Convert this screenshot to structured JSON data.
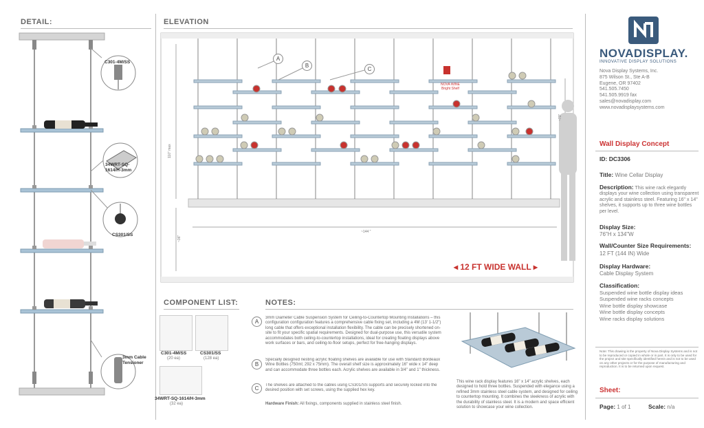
{
  "headers": {
    "detail": "DETAIL:",
    "elevation": "ELEVATION",
    "components": "COMPONENT LIST:",
    "notes": "NOTES:"
  },
  "detail_labels": {
    "top_fitting": "C301-4M/SS",
    "shelf_support": "34WRT-SQ-1614/H-3mm",
    "standoff": "CS301/SS",
    "tensioner": "3mm Cable Tensioner"
  },
  "elevation": {
    "callouts": [
      "A",
      "B",
      "C"
    ],
    "height_max": "110\" max",
    "counter_height": "~36\"",
    "width": "~144 \"",
    "figure_height": "~70\"",
    "wall_banner": "12 FT WIDE WALL",
    "sign_text": "NOVA WINE Bright Shelf"
  },
  "components": [
    {
      "name": "C301-4M/SS",
      "qty": "(20 ea)"
    },
    {
      "name": "CS301/SS",
      "qty": "(128 ea)"
    },
    {
      "name": "34WRT-SQ-1614/H-3mm",
      "qty": "(32 ea)"
    }
  ],
  "notes": [
    {
      "letter": "A",
      "text": "3mm Diameter Cable Suspension System for Ceiling-to-Countertop Mounting Installations – this configuration configuration features a comprehensive cable fixing set, including a 4M (13' 1-1/2\") long cable that offers exceptional installation flexibility. The cable can be precisely shortened on-site to fit your specific spatial requirements. Designed for dual-purpose use, this versatile system accommodates both ceiling-to-countertop installations, ideal for creating floating displays above work surfaces or bars, and ceiling-to-floor setups, perfect for free-hanging displays."
    },
    {
      "letter": "B",
      "text": "Specially designed nesting acrylic floating shelves are available for use with Standard Bordeaux Wine Bottles (750ml; 292 x 75mm). The overall shelf size is approximately 16\" wide x 14\" deep and can accommodate three bottles each. Acrylic shelves are available in 3/4\" and 1\" thickness."
    },
    {
      "letter": "C",
      "text": "The shelves are attached to the cables using CS301/SS supports and securely locked into the desired position with set screws, using the supplied hex key."
    }
  ],
  "hardware_finish_label": "Hardware Finish:",
  "hardware_finish_text": "All fixings, components supplied in stainless steel finish.",
  "photo_caption": "This wine rack display features 16\" x 14\" acrylic shelves, each designed to hold three bottles. Suspended with elegance using a refined 3mm stainless steel cable system, and designed for ceiling to countertop mounting. It combines the sleekness of acrylic with the durability of stainless steel. It is a modern and space efficient solution to showcase your wine collection.",
  "company": {
    "logo_brand": "NOVADISPLAY.",
    "logo_tagline": "INNOVATIVE DISPLAY SOLUTIONS",
    "address": [
      "Nova Display Systems, Inc.",
      "875 Wilson St., Ste A-B",
      "Eugene, OR 97402",
      "541.505.7450",
      "541.505.9919 fax",
      "sales@novadisplay.com",
      "www.novadisplaysystems.com"
    ]
  },
  "concept": {
    "title": "Wall Display Concept",
    "id_label": "ID:",
    "id_value": "DC3306",
    "title_label": "Title:",
    "title_value": "Wine Cellar Display",
    "description_label": "Description:",
    "description_value": "This wine rack elegantly displays your wine collection using transparent acrylic and stainless steel. Featuring 16\" x 14\" shelves, it supports up to three wine bottles per level.",
    "display_size_label": "Display Size:",
    "display_size_value": "76\"H x 134\"W",
    "wall_size_label": "Wall/Counter Size Requirements:",
    "wall_size_value": "12 FT (144 IN) Wide",
    "hardware_label": "Display Hardware:",
    "hardware_value": "Cable Display System",
    "classification_label": "Classification:",
    "classification_items": [
      "Suspended wine bottle display ideas",
      "Suspended wine racks concepts",
      "Wine bottle display showcase",
      "Wine bottle display concepts",
      "Wine racks display solutions"
    ]
  },
  "disclaimer": "Note: This drawing is the property of Nova Display Systems and is not to be reproduced or copied in whole or in part. It is only to be used for the project and site specifically identified herein and is not to be used on any other projects or for the purpose of manufacturing and reproduction. It is to be returned upon request.",
  "sheet": {
    "label": "Sheet:",
    "page_label": "Page:",
    "page_value": "1 of 1",
    "scale_label": "Scale:",
    "scale_value": "n/a"
  },
  "colors": {
    "accent_red": "#c8322e",
    "logo_blue": "#3a5a7c",
    "shelf": "#a9c3d6",
    "cable": "#555555"
  }
}
